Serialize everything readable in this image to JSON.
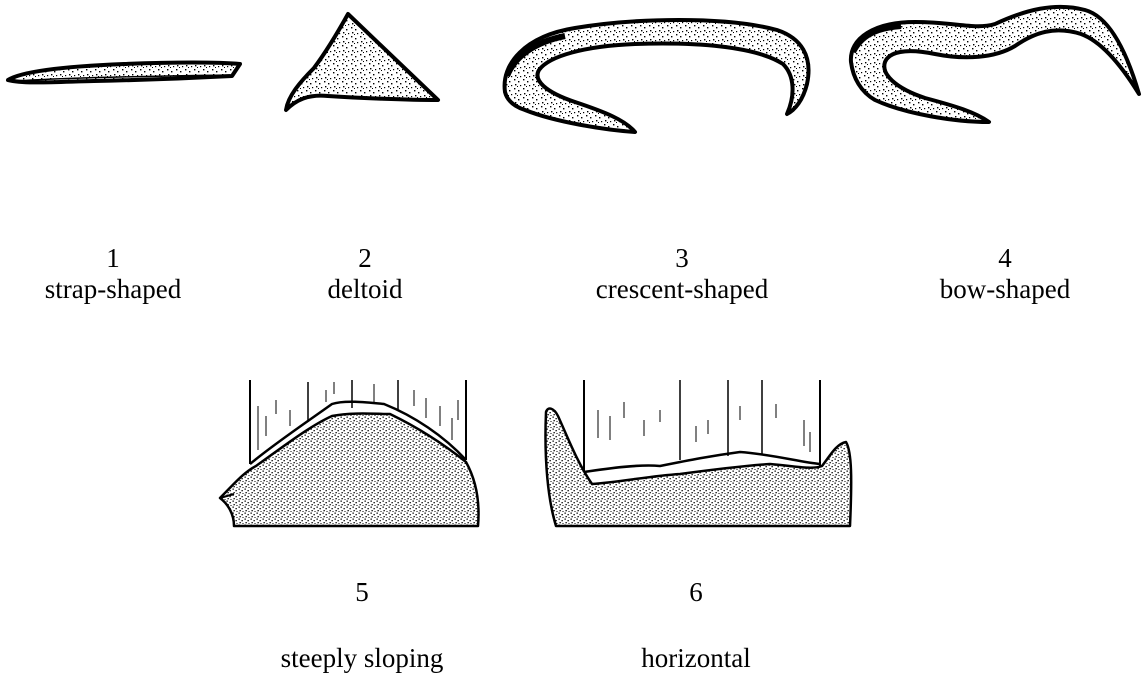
{
  "figures": [
    {
      "number": "1",
      "name": "strap-shaped"
    },
    {
      "number": "2",
      "name": "deltoid"
    },
    {
      "number": "3",
      "name": "crescent-shaped"
    },
    {
      "number": "4",
      "name": "bow-shaped"
    },
    {
      "number": "5",
      "name": "steeply sloping"
    },
    {
      "number": "6",
      "name": "horizontal"
    }
  ]
}
